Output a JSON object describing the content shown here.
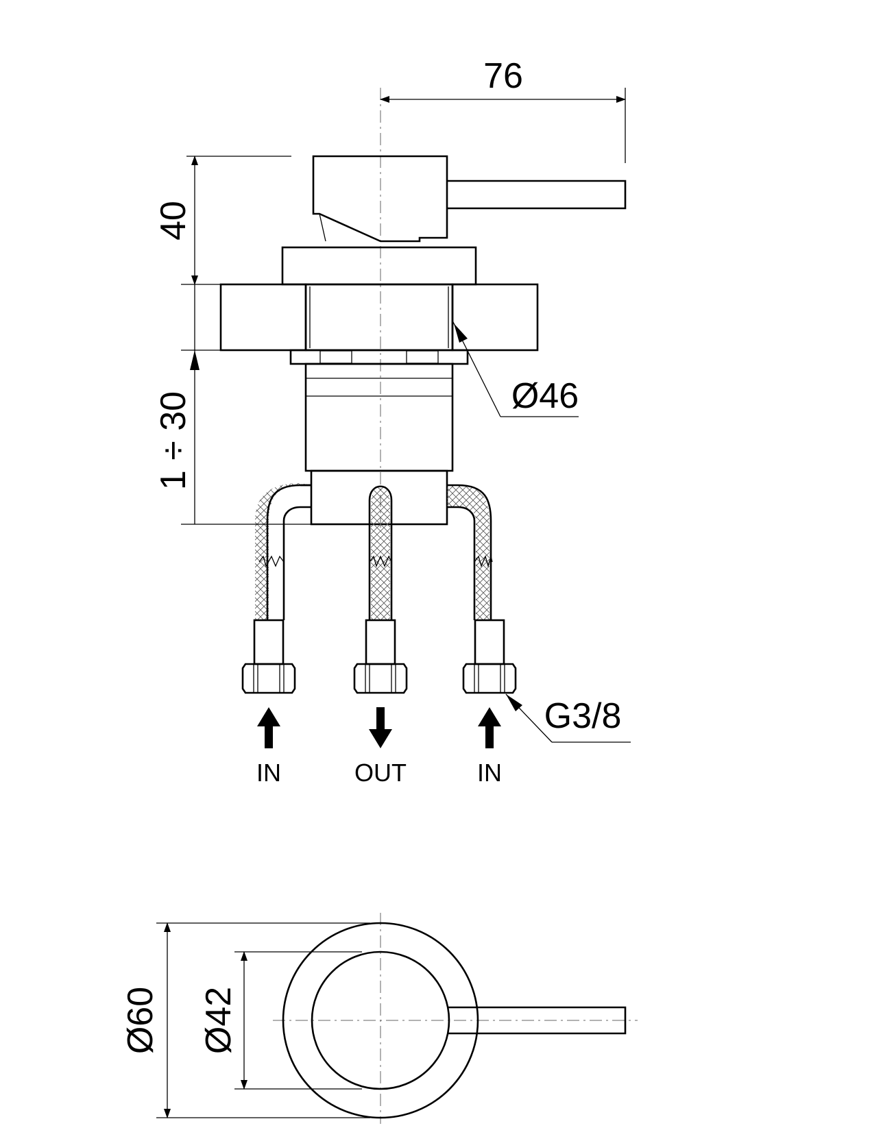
{
  "dimensions": {
    "lever_reach": "76",
    "handle_height": "40",
    "wall_thickness_range": "1 ÷ 30",
    "hole_diameter": "Ø46",
    "thread": "G3/8",
    "rosette_diameter": "Ø60",
    "inner_diameter": "Ø42"
  },
  "ports": [
    {
      "label": "IN",
      "direction": "up"
    },
    {
      "label": "OUT",
      "direction": "down"
    },
    {
      "label": "IN",
      "direction": "up"
    }
  ],
  "colors": {
    "line": "#000000",
    "background": "#ffffff"
  }
}
